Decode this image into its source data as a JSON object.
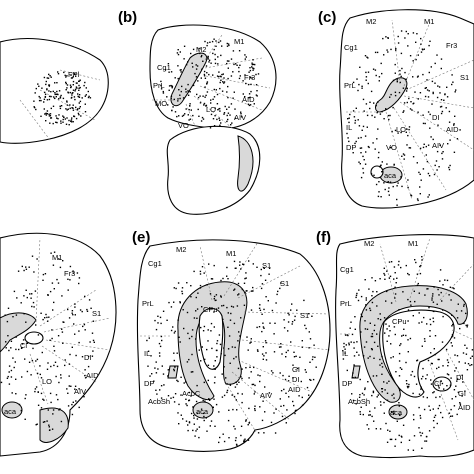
{
  "figure": {
    "panels": [
      {
        "id": "a",
        "letter": "",
        "labels": [
          "FPl"
        ]
      },
      {
        "id": "b",
        "letter": "(b)",
        "labels": [
          "M2",
          "M1",
          "Cg1",
          "PrL",
          "MO",
          "VO",
          "LO",
          "Fr3",
          "AID",
          "AIV"
        ]
      },
      {
        "id": "c",
        "letter": "(c)",
        "labels": [
          "M2",
          "M1",
          "Cg1",
          "PrL",
          "Fr3",
          "S1",
          "IL",
          "DP",
          "LO",
          "DI",
          "AID",
          "VO",
          "AIV",
          "aca"
        ]
      },
      {
        "id": "d",
        "letter": "",
        "labels": [
          "M1",
          "Fr3",
          "S1",
          "Cl",
          "DI",
          "AID",
          "LO",
          "AIV",
          "aca"
        ]
      },
      {
        "id": "e",
        "letter": "(e)",
        "labels": [
          "M2",
          "M1",
          "Cg1",
          "S1",
          "S1",
          "PrL",
          "CPu",
          "S1",
          "IL",
          "DP",
          "AcbC",
          "AcbSh",
          "aca",
          "GI",
          "DI",
          "AID",
          "AIV"
        ]
      },
      {
        "id": "f",
        "letter": "(f)",
        "labels": [
          "M2",
          "M1",
          "Cg1",
          "PrL",
          "CPu",
          "IL",
          "DP",
          "AcbSh",
          "Cl",
          "DI",
          "GI",
          "AID",
          "aca"
        ]
      }
    ]
  }
}
